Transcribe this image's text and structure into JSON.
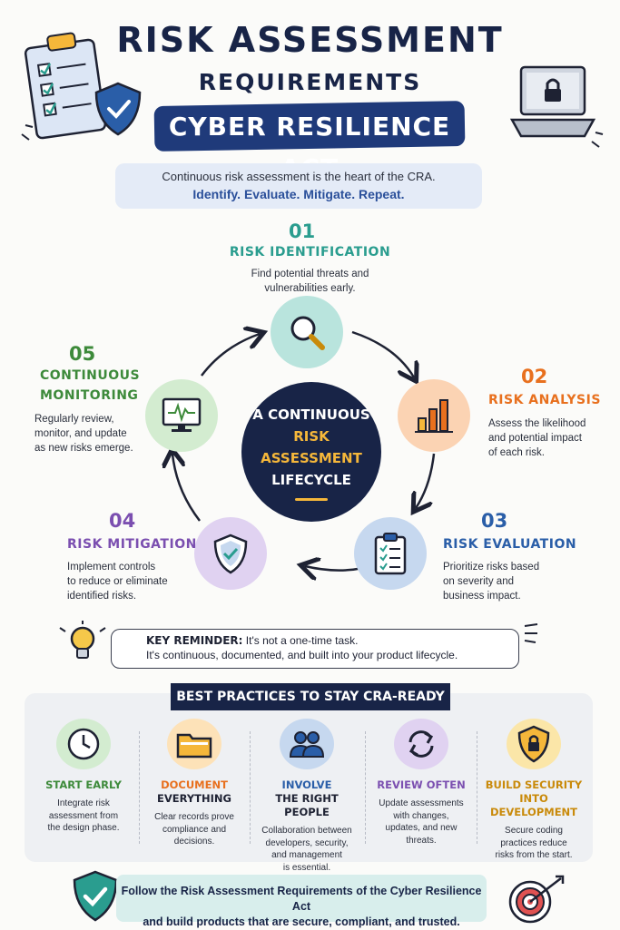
{
  "header": {
    "title_line1": "RISK ASSESSMENT",
    "title_line2": "REQUIREMENTS",
    "banner": "CYBER RESILIENCE ACT"
  },
  "intro": {
    "line1": "Continuous risk assessment is the heart of the CRA.",
    "line2": "Identify. Evaluate. Mitigate. Repeat."
  },
  "center": {
    "line1": "A CONTINUOUS",
    "line2": "RISK ASSESSMENT",
    "line3": "LIFECYCLE"
  },
  "steps": [
    {
      "num": "01",
      "title": "RISK IDENTIFICATION",
      "desc1": "Find potential threats and",
      "desc2": "vulnerabilities early.",
      "color": "#2a9d8f",
      "icon": "magnifier-icon"
    },
    {
      "num": "02",
      "title": "RISK ANALYSIS",
      "desc1": "Assess the likelihood",
      "desc2": "and potential impact",
      "desc3": "of each risk.",
      "color": "#e8701e",
      "icon": "bar-chart-icon"
    },
    {
      "num": "03",
      "title": "RISK EVALUATION",
      "desc1": "Prioritize risks based",
      "desc2": "on severity and",
      "desc3": "business impact.",
      "color": "#2a5ea8",
      "icon": "clipboard-checklist-icon"
    },
    {
      "num": "04",
      "title": "RISK MITIGATION",
      "desc1": "Implement controls",
      "desc2": "to reduce or eliminate",
      "desc3": "identified risks.",
      "color": "#7b4fb0",
      "icon": "shield-check-icon"
    },
    {
      "num": "05",
      "title_line1": "CONTINUOUS",
      "title_line2": "MONITORING",
      "desc1": "Regularly review,",
      "desc2": "monitor, and update",
      "desc3": "as new risks emerge.",
      "color": "#3d8a3a",
      "icon": "monitor-heartbeat-icon"
    }
  ],
  "reminder": {
    "label": "KEY REMINDER:",
    "text1": " It's not a one-time task.",
    "text2": "It's continuous, documented, and built into your product lifecycle."
  },
  "best_practices": {
    "heading": "BEST PRACTICES TO STAY CRA-READY",
    "items": [
      {
        "title1": "START EARLY",
        "title2": "",
        "d1": "Integrate risk",
        "d2": "assessment from",
        "d3": "the design phase.",
        "d4": "",
        "color": "#3d8a3a",
        "icon": "clock-icon"
      },
      {
        "title1": "DOCUMENT",
        "title2": "EVERYTHING",
        "d1": "Clear records prove",
        "d2": "compliance and",
        "d3": "decisions.",
        "d4": "",
        "color": "#e8701e",
        "icon": "folder-icon"
      },
      {
        "title1": "INVOLVE",
        "title2": "THE RIGHT PEOPLE",
        "d1": "Collaboration between",
        "d2": "developers, security,",
        "d3": "and management",
        "d4": "is essential.",
        "color": "#2a5ea8",
        "icon": "people-icon"
      },
      {
        "title1": "REVIEW OFTEN",
        "title2": "",
        "d1": "Update assessments",
        "d2": "with changes,",
        "d3": "updates, and new",
        "d4": "threats.",
        "color": "#7b4fb0",
        "icon": "refresh-icon"
      },
      {
        "title1": "BUILD SECURITY",
        "title2": "INTO DEVELOPMENT",
        "d1": "Secure coding",
        "d2": "practices reduce",
        "d3": "risks from the start.",
        "d4": "",
        "color": "#c98a0a",
        "icon": "shield-lock-icon"
      }
    ]
  },
  "footer": {
    "line1": "Follow the Risk Assessment Requirements of the Cyber Resilience Act",
    "line2": "and build products that are secure, compliant, and trusted."
  }
}
